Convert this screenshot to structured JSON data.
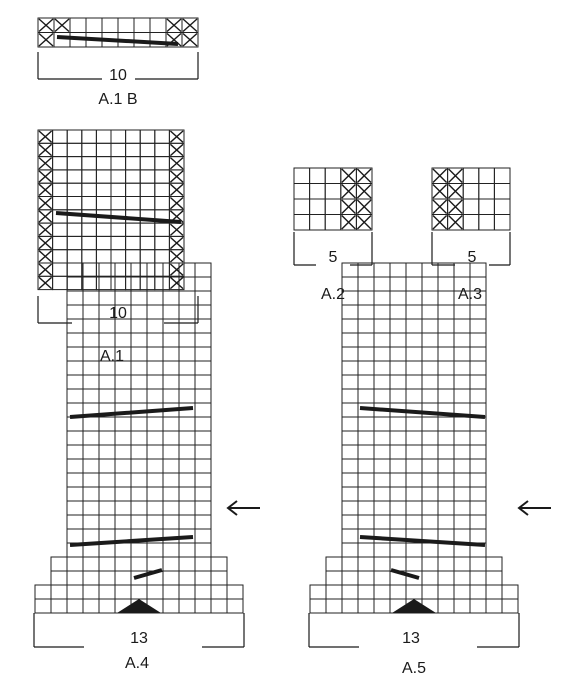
{
  "charts": {
    "a1b": {
      "label": "A.1  B",
      "stitch_count": "10"
    },
    "a1": {
      "label": "A.1",
      "stitch_count": "10"
    },
    "a2": {
      "label": "A.2",
      "stitch_count": "5"
    },
    "a3": {
      "label": "A.3",
      "stitch_count": "5"
    },
    "a4": {
      "label": "A.4",
      "stitch_count": "13"
    },
    "a5": {
      "label": "A.5",
      "stitch_count": "13"
    }
  },
  "colors": {
    "ink": "#1a1a1a",
    "grid": "#222222",
    "background": "#ffffff"
  },
  "icons": [
    "cross-stitch-symbol",
    "cable-line",
    "decrease-triangle",
    "arrow-left-icon"
  ]
}
